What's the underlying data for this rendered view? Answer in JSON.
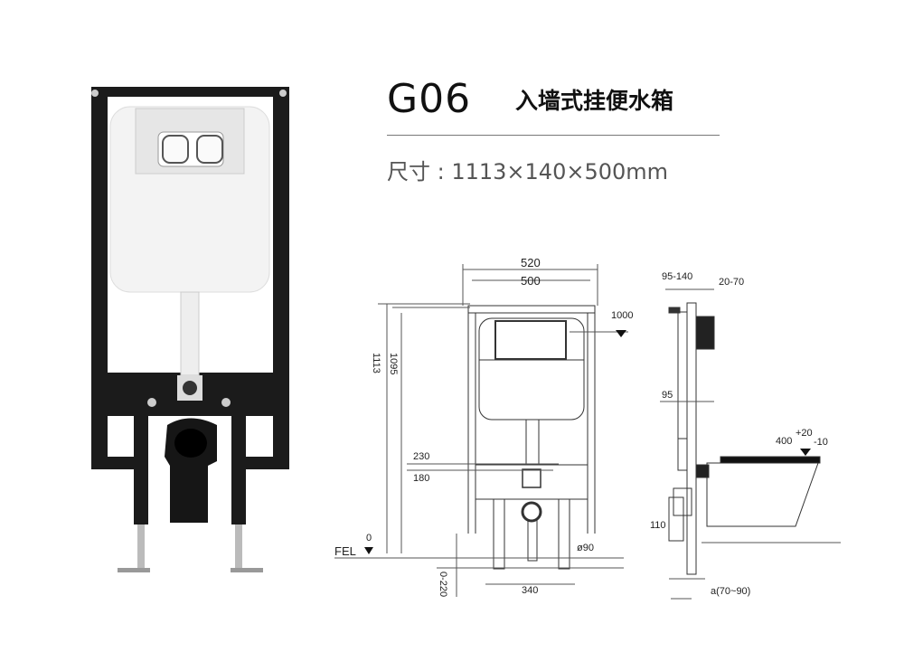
{
  "header": {
    "model": "G06",
    "product_name": "入墙式挂便水箱",
    "size_label": "尺寸 : 1113×140×500mm"
  },
  "front_view": {
    "width_outer": "520",
    "width_inner": "500",
    "height_total": "1113",
    "height_frame": "1095",
    "flush_height": "1000",
    "bolt_spacing": "230",
    "outlet_spacing": "180",
    "floor_label": "FEL",
    "floor_level": "0",
    "pipe_diameter": "ø90",
    "leg_spacing": "340",
    "leg_adjust": "0-220"
  },
  "side_view": {
    "depth_range": "95-140",
    "panel_range": "20-70",
    "frame_depth": "95",
    "seat_height": "400",
    "seat_tol_plus": "+20",
    "seat_tol_minus": "-10",
    "outlet_height": "110",
    "wall_offset": "a(70~90)"
  }
}
